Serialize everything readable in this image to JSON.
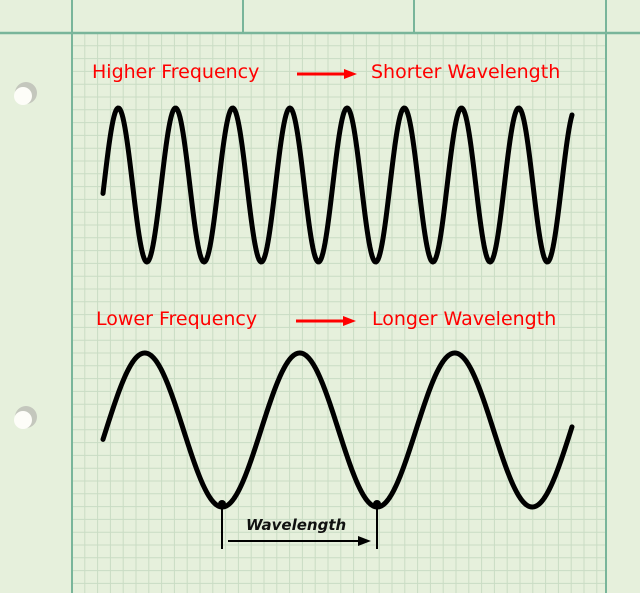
{
  "colors": {
    "paper": "#e6f0dc",
    "grid_minor": "#c9dcc4",
    "grid_major": "#79b59a",
    "label": "#ff0000",
    "wave": "#000000"
  },
  "high": {
    "left": "Higher Frequency",
    "right": "Shorter Wavelength",
    "cycles": 8
  },
  "low": {
    "left": "Lower Frequency",
    "right": "Longer Wavelength",
    "cycles": 3
  },
  "wavelength_label": "Wavelength"
}
